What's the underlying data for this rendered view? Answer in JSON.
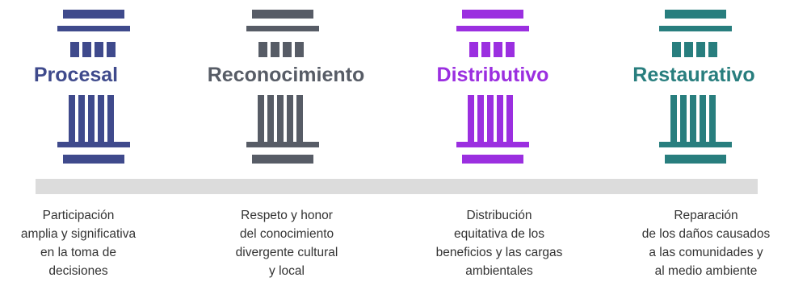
{
  "pillars": [
    {
      "title": "Procesal",
      "color": "#3f4a8c",
      "description": [
        "Participación",
        "amplia y significativa",
        "en la toma de",
        "decisiones"
      ]
    },
    {
      "title": "Reconocimiento",
      "color": "#575c66",
      "description": [
        "Respeto y honor",
        "del conocimiento",
        "divergente cultural",
        "y local"
      ]
    },
    {
      "title": "Distributivo",
      "color": "#9b2fe0",
      "description": [
        "Distribución",
        "equitativa de los",
        "beneficios y las cargas",
        "ambientales"
      ]
    },
    {
      "title": "Restaurativo",
      "color": "#287e7e",
      "description": [
        "Reparación",
        "de los daños causados",
        "a las comunidades  y",
        "al medio ambiente"
      ]
    }
  ]
}
